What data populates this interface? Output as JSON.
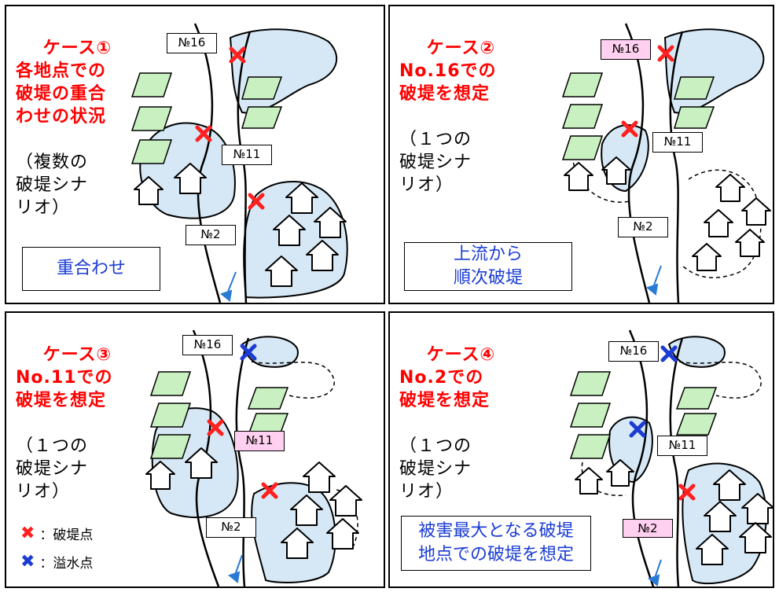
{
  "panels": [
    {
      "title": "ケース①\n各地点での\n破堤の重合\nわせの状況",
      "subtitle": "（複数の\n破堤シナ\nリオ）",
      "labels": {
        "n16": "№16",
        "n11": "№11",
        "n2": "№2"
      },
      "highlighted": "",
      "note": "重合わせ"
    },
    {
      "title": "ケース②\nNo.16での\n破堤を想定",
      "subtitle": "（１つの\n破堤シナ\nリオ）",
      "labels": {
        "n16": "№16",
        "n11": "№11",
        "n2": "№2"
      },
      "highlighted": "n16",
      "note": "上流から\n順次破堤"
    },
    {
      "title": "ケース③\nNo.11での\n破堤を想定",
      "subtitle": "（１つの\n破堤シナ\nリオ）",
      "labels": {
        "n16": "№16",
        "n11": "№11",
        "n2": "№2"
      },
      "highlighted": "n11",
      "note": ""
    },
    {
      "title": "ケース④\nNo.2での\n破堤を想定",
      "subtitle": "（１つの\n破堤シナ\nリオ）",
      "labels": {
        "n16": "№16",
        "n11": "№11",
        "n2": "№2"
      },
      "highlighted": "n2",
      "note": "被害最大となる破堤\n地点での破堤を想定"
    }
  ],
  "legend": [
    {
      "mark": "✖",
      "color": "#ff2020",
      "text": "：破堤点"
    },
    {
      "mark": "✖",
      "color": "#1a3cd4",
      "text": "：溢水点"
    }
  ],
  "colors": {
    "breach": "#ff2020",
    "overflow": "#1a3cd4",
    "flood_fill": "#d6e8f5",
    "field_fill": "#c9f0c0",
    "label_highlight": "#ffd0ef",
    "note_text": "#1a3cd4",
    "title_text": "#ff0000"
  }
}
